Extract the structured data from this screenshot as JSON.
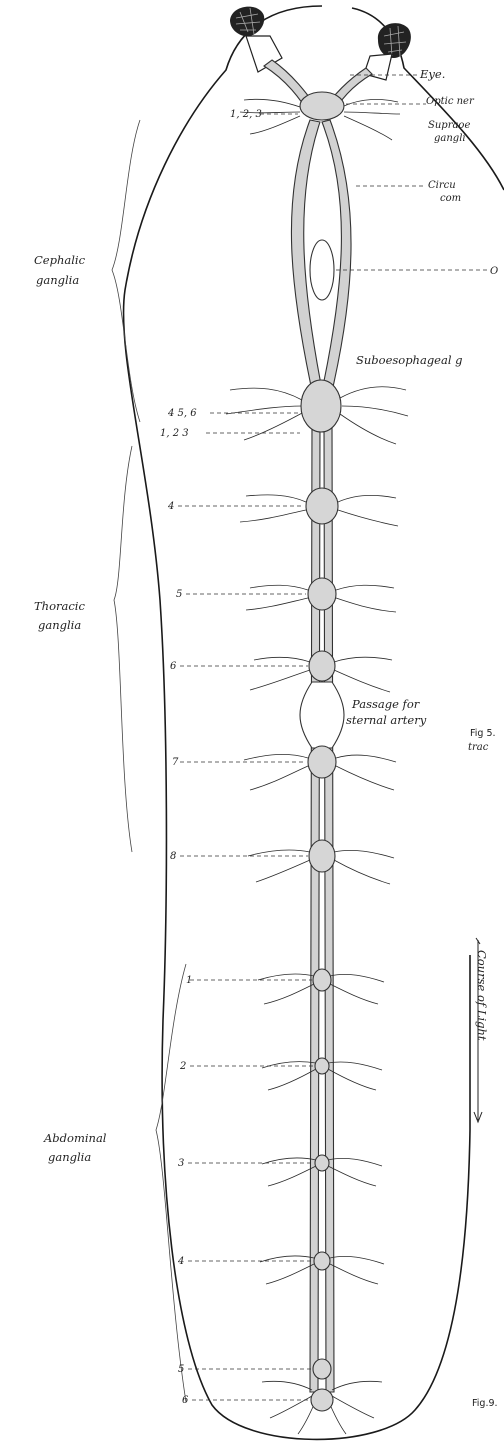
{
  "labels": {
    "eye": "Eye.",
    "optic_nerve": "Optic ner",
    "supraoesophageal_1": "Supraoe",
    "supraoesophageal_2": "gangli",
    "circum_1": "Circu",
    "circum_2": "com",
    "oesophagus": "O",
    "suboesophageal": "Suboesophageal g",
    "cephalic_1": "Cephalic",
    "cephalic_2": "ganglia",
    "thoracic_1": "Thoracic",
    "thoracic_2": "ganglia",
    "abdominal_1": "Abdominal",
    "abdominal_2": "ganglia",
    "passage_1": "Passage for",
    "passage_2": "sternal artery",
    "course_of_light": "Course of Light",
    "fig5_1": "Fig 5.",
    "fig5_2": "trac",
    "fig9": "Fig.9."
  },
  "segment_numbers": {
    "cephalic_top": "1, 2, 3",
    "sub_upper": "4 5, 6",
    "sub_lower": "1, 2  3",
    "thoracic": [
      "4",
      "5",
      "6",
      "7",
      "8"
    ],
    "abdominal": [
      "1",
      "2",
      "3",
      "4",
      "5",
      "6"
    ]
  }
}
